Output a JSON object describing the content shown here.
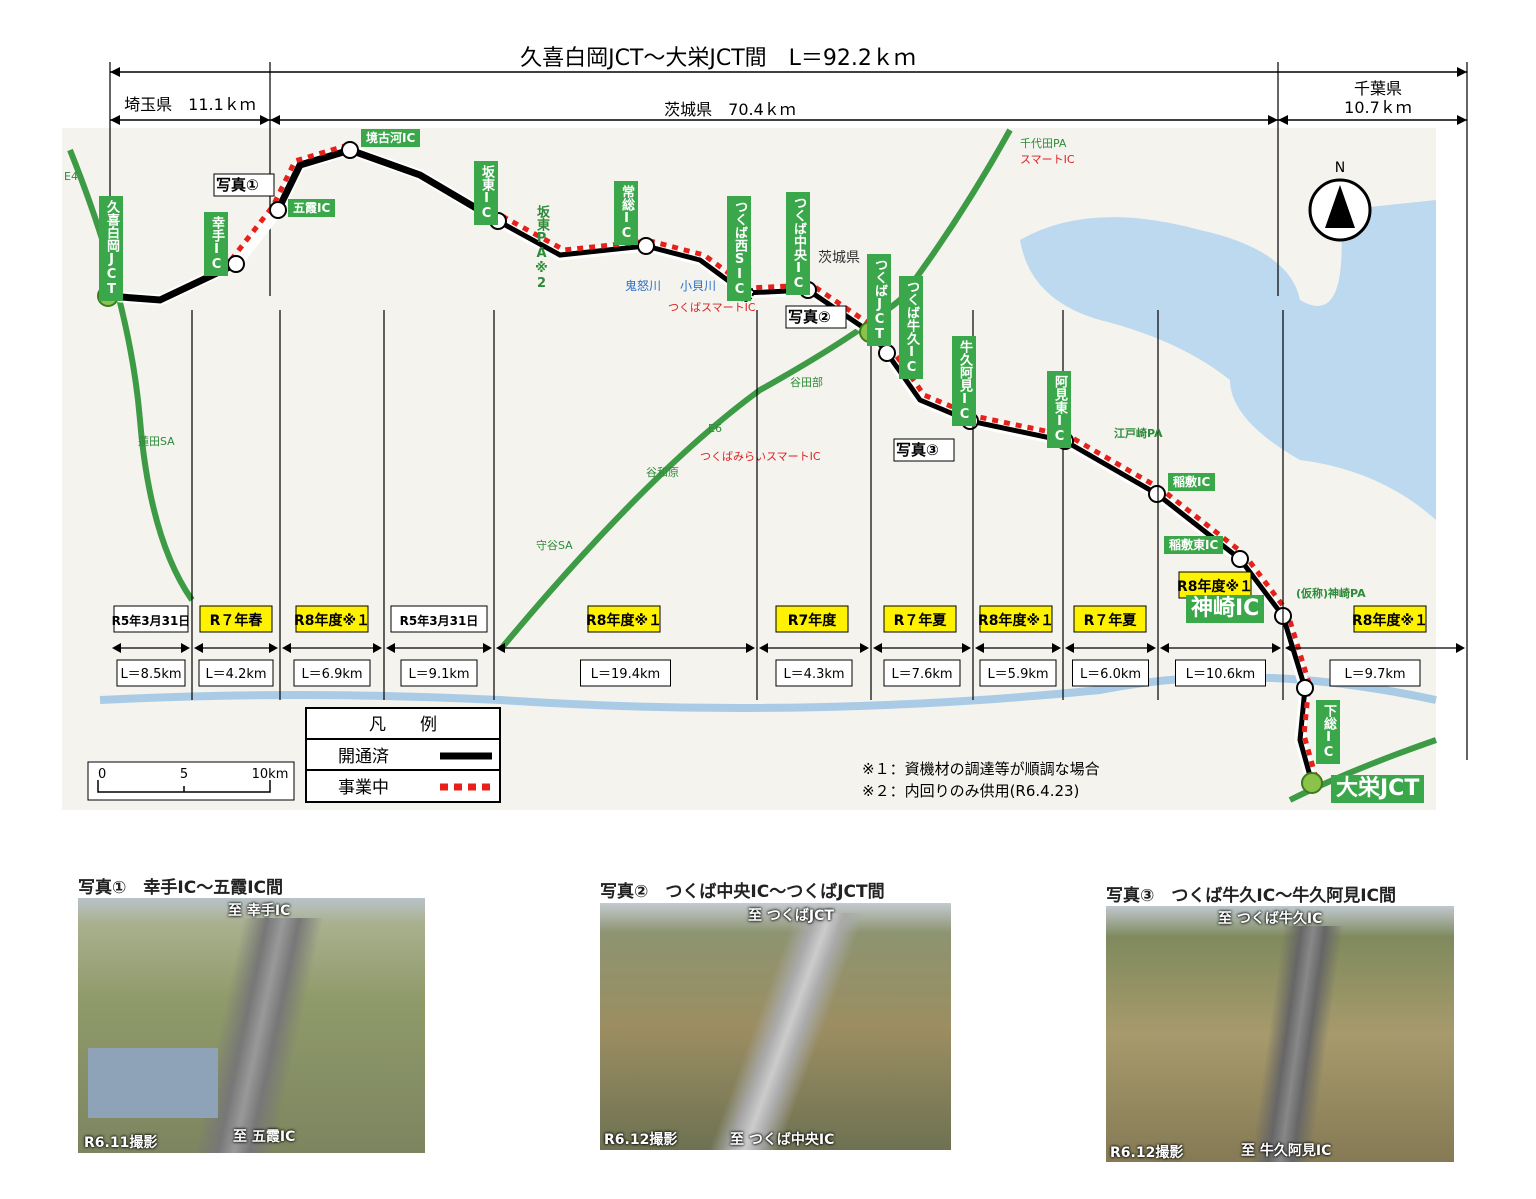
{
  "title": "久喜白岡JCT～大栄JCT間　L＝92.2ｋｍ",
  "prefectures": [
    {
      "name": "埼玉県",
      "length": "11.1ｋｍ"
    },
    {
      "name": "茨城県",
      "length": "70.4ｋｍ"
    },
    {
      "name": "千葉県",
      "length": "10.7ｋｍ"
    }
  ],
  "nodes": [
    {
      "label": "久喜白岡JCT",
      "type": "jct"
    },
    {
      "label": "幸手IC",
      "type": "ic"
    },
    {
      "label": "五霞IC",
      "type": "ic"
    },
    {
      "label": "境古河IC",
      "type": "ic"
    },
    {
      "label": "坂東IC",
      "type": "ic"
    },
    {
      "label": "坂東PA※2",
      "type": "pa"
    },
    {
      "label": "常総IC",
      "type": "ic"
    },
    {
      "label": "つくば西SIC",
      "type": "sic"
    },
    {
      "label": "つくば中央IC",
      "type": "ic"
    },
    {
      "label": "つくばJCT",
      "type": "jct"
    },
    {
      "label": "つくば牛久IC",
      "type": "ic"
    },
    {
      "label": "牛久阿見IC",
      "type": "ic"
    },
    {
      "label": "阿見東IC",
      "type": "ic"
    },
    {
      "label": "江戸崎PA",
      "type": "pa"
    },
    {
      "label": "稲敷IC",
      "type": "ic"
    },
    {
      "label": "稲敷東IC",
      "type": "ic"
    },
    {
      "label": "神崎IC",
      "type": "ic"
    },
    {
      "label": "(仮称)神崎PA",
      "type": "pa"
    },
    {
      "label": "下総IC",
      "type": "ic"
    },
    {
      "label": "大栄JCT",
      "type": "jct"
    }
  ],
  "map_labels": [
    "茨城県",
    "鬼怒川",
    "小貝川",
    "つくばスマートIC",
    "つくばみらいスマートIC",
    "千代田PA",
    "スマートIC",
    "蓮田SA",
    "守谷SA",
    "谷田部",
    "谷和原",
    "E4",
    "E6"
  ],
  "photo_markers": [
    "写真①",
    "写真②",
    "写真③"
  ],
  "segments": [
    {
      "status": "R5年3月31日",
      "length": "L＝8.5km",
      "open": true
    },
    {
      "status": "R７年春",
      "length": "L＝4.2km",
      "open": false
    },
    {
      "status": "R8年度※１",
      "length": "L＝6.9km",
      "open": false
    },
    {
      "status": "R5年3月31日",
      "length": "L＝9.1km",
      "open": true
    },
    {
      "status": "R8年度※１",
      "length": "L＝19.4km",
      "open": false
    },
    {
      "status": "R7年度",
      "length": "L＝4.3km",
      "open": false
    },
    {
      "status": "R７年夏",
      "length": "L＝7.6km",
      "open": false
    },
    {
      "status": "R8年度※１",
      "length": "L＝5.9km",
      "open": false
    },
    {
      "status": "R７年夏",
      "length": "L＝6.0km",
      "open": false
    },
    {
      "status": "R8年度※１",
      "length": "L＝10.6km",
      "open": false
    },
    {
      "status": "R8年度※１",
      "length": "L＝9.7km",
      "open": false
    }
  ],
  "legend": {
    "title": "凡　　例",
    "items": [
      {
        "label": "開通済",
        "color": "#000000"
      },
      {
        "label": "事業中",
        "color": "#e8201a"
      }
    ]
  },
  "scale": {
    "ticks": [
      "0",
      "5",
      "10km"
    ]
  },
  "notes": [
    "※１：資機材の調達等が順調な場合",
    "※２：内回りのみ供用(R6.4.23)"
  ],
  "north": "N",
  "photos": [
    {
      "caption": "写真①　幸手IC～五霞IC間",
      "top": "至 幸手IC",
      "bottom": "至 五霞IC",
      "date": "R6.11撮影"
    },
    {
      "caption": "写真②　つくば中央IC～つくばJCT間",
      "top": "至 つくばJCT",
      "bottom": "至 つくば中央IC",
      "date": "R6.12撮影"
    },
    {
      "caption": "写真③　つくば牛久IC～牛久阿見IC間",
      "top": "至 つくば牛久IC",
      "bottom": "至 牛久阿見IC",
      "date": "R6.12撮影"
    }
  ],
  "colors": {
    "open": "#000000",
    "construction": "#e8201a",
    "label_green": "#3aa84a",
    "status_yellow": "#fff200",
    "lake": "#bcd9ef"
  }
}
